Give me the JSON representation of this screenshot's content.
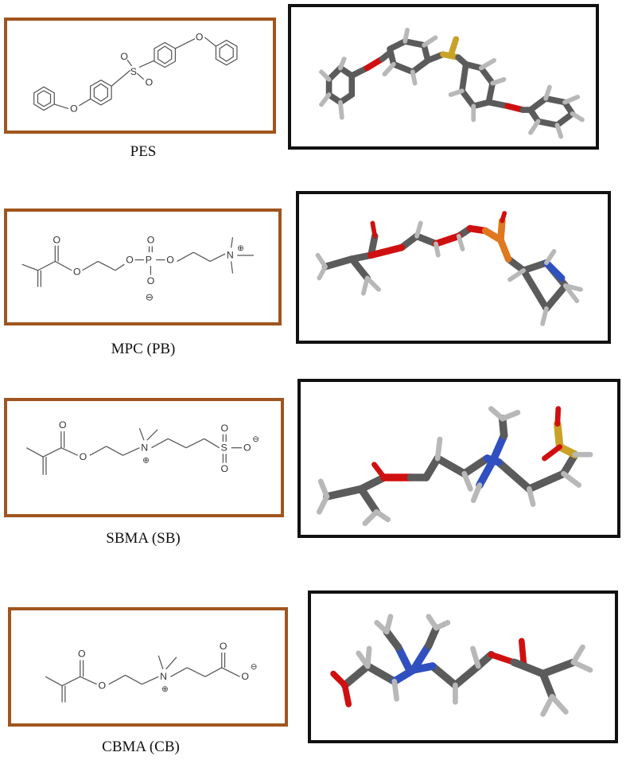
{
  "colors": {
    "frame_2d": "#a0551e",
    "frame_3d": "#111111",
    "carbon": "#5b5b5b",
    "hydrogen": "#b8b8b8",
    "oxygen": "#d01010",
    "sulfur": "#c9a227",
    "phosphorus": "#e07820",
    "nitrogen": "#3050c0"
  },
  "molecules": [
    {
      "caption": "PES",
      "atoms_2d": {
        "o1": "O",
        "o2": "O",
        "s": "S",
        "so1": "O",
        "so2": "O"
      }
    },
    {
      "caption": "MPC (PB)",
      "atoms_2d": {
        "o_carbonyl": "O",
        "o_ester": "O",
        "o_p1": "O",
        "p": "P",
        "o_p2": "O",
        "o_top": "O",
        "o_bottom": "O",
        "minus": "⊖",
        "n": "N",
        "plus": "⊕"
      }
    },
    {
      "caption": "SBMA (SB)",
      "atoms_2d": {
        "o_carbonyl": "O",
        "o_ester": "O",
        "n": "N",
        "plus": "⊕",
        "s": "S",
        "o_top": "O",
        "o_bottom": "O",
        "o_minus": "O",
        "minus": "⊖"
      }
    },
    {
      "caption": "CBMA (CB)",
      "atoms_2d": {
        "o_carbonyl": "O",
        "o_ester": "O",
        "n": "N",
        "plus": "⊕",
        "o_acid": "O",
        "o_minus": "O",
        "minus": "⊖"
      }
    }
  ]
}
